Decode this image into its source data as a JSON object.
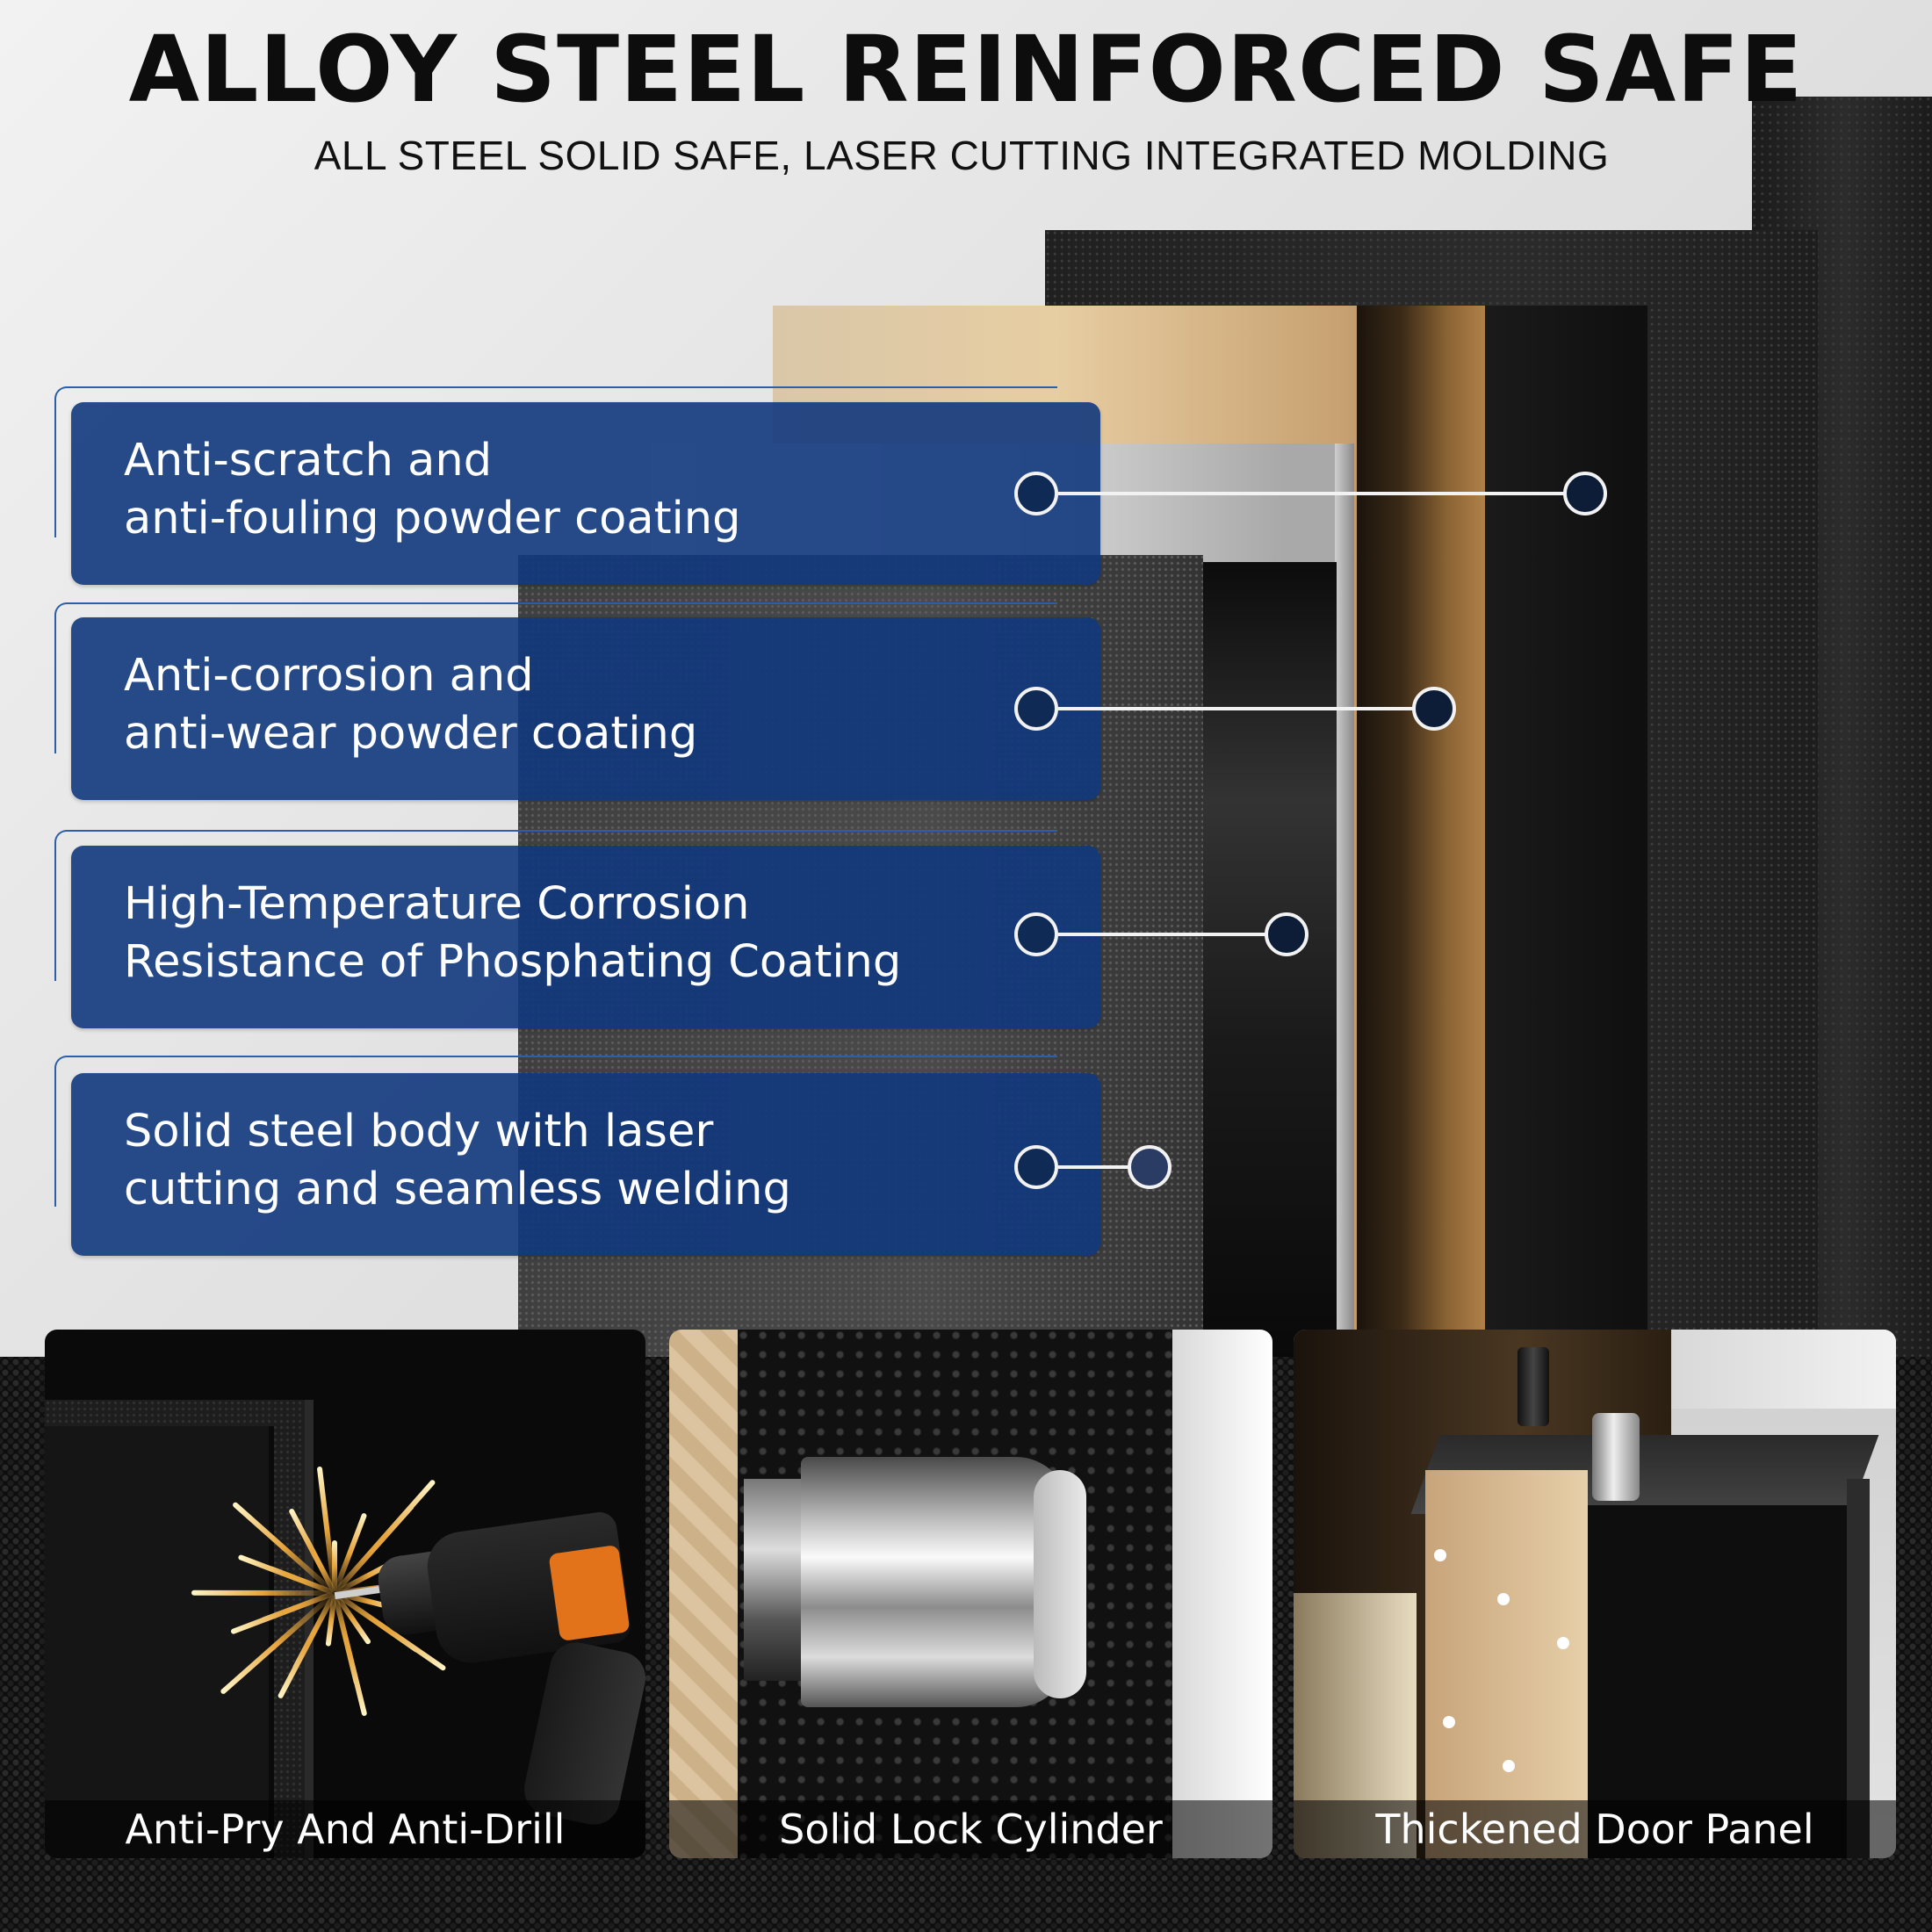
{
  "header": {
    "title": "ALLOY STEEL REINFORCED SAFE",
    "subtitle": "ALL STEEL SOLID SAFE, LASER CUTTING INTEGRATED MOLDING"
  },
  "features": [
    {
      "line1": "Anti-scratch and",
      "line2": "anti-fouling powder coating"
    },
    {
      "line1": "Anti-corrosion and",
      "line2": "anti-wear powder coating"
    },
    {
      "line1": "High-Temperature Corrosion",
      "line2": "Resistance of Phosphating Coating"
    },
    {
      "line1": "Solid steel body with laser",
      "line2": "cutting and seamless welding"
    }
  ],
  "tiles": [
    {
      "label": "Anti-Pry And Anti-Drill"
    },
    {
      "label": "Solid Lock Cylinder"
    },
    {
      "label": "Thickened Door Panel"
    }
  ],
  "colors": {
    "card_blue": "#11377d",
    "guide_blue": "#2d5fa8",
    "dot_fill": "#0f2a55"
  }
}
